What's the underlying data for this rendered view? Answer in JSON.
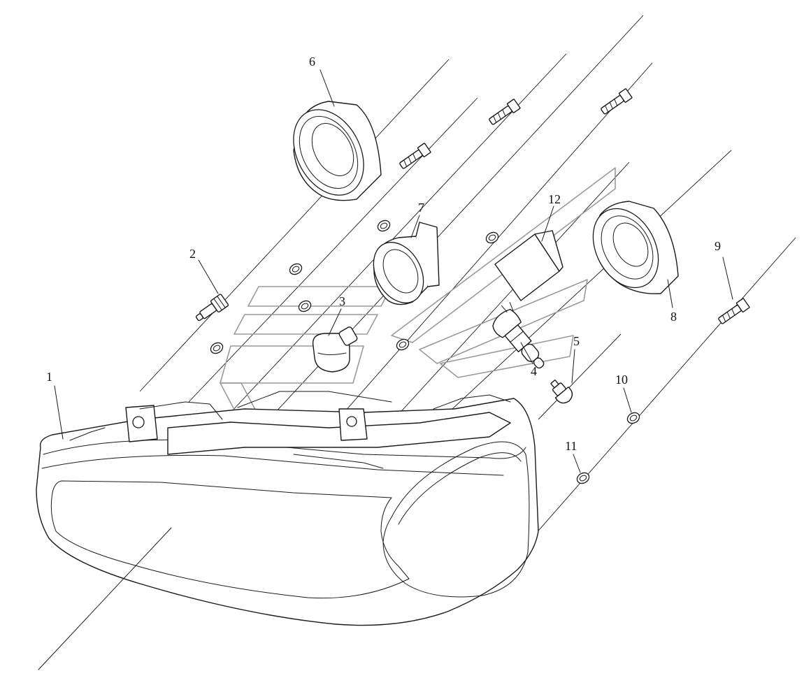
{
  "figure": {
    "type": "exploded-parts-diagram",
    "callouts": [
      {
        "id": "1",
        "label": "1"
      },
      {
        "id": "2",
        "label": "2"
      },
      {
        "id": "3",
        "label": "3"
      },
      {
        "id": "4",
        "label": "4"
      },
      {
        "id": "5",
        "label": "5"
      },
      {
        "id": "6",
        "label": "6"
      },
      {
        "id": "7",
        "label": "7"
      },
      {
        "id": "8",
        "label": "8"
      },
      {
        "id": "9",
        "label": "9"
      },
      {
        "id": "10",
        "label": "10"
      },
      {
        "id": "11",
        "label": "11"
      },
      {
        "id": "12",
        "label": "12"
      }
    ],
    "colors": {
      "line": "#1a1a1a",
      "watermark": "#9a9a9a",
      "background": "#ffffff"
    }
  }
}
